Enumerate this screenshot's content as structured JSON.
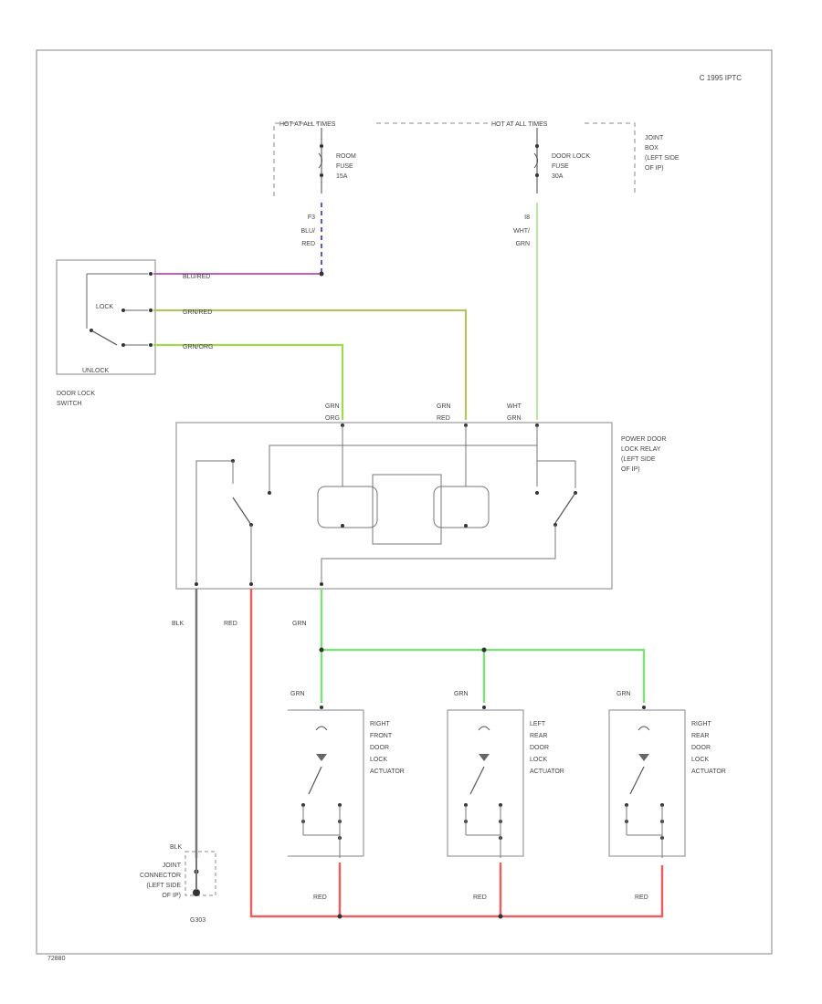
{
  "copyright": "C 1995 IPTC",
  "figure_id": "72880",
  "fuse_block": {
    "hot_at_all_times_left": "HOT AT ALL TIMES",
    "hot_at_all_times_right": "HOT AT ALL TIMES",
    "room_fuse": [
      "ROOM",
      "FUSE",
      "15A"
    ],
    "door_lock_fuse": [
      "DOOR LOCK",
      "FUSE",
      "30A"
    ],
    "joint_box": [
      "JOINT",
      "BOX",
      "(LEFT SIDE",
      "OF IP)"
    ],
    "room_terminal": [
      "F3",
      "BLU/",
      "RED"
    ],
    "door_lock_terminal": [
      "I8",
      "WHT/",
      "GRN"
    ]
  },
  "door_lock_switch": {
    "title": [
      "DOOR LOCK",
      "SWITCH"
    ],
    "lock_label": "LOCK",
    "unlock_label": "UNLOCK",
    "wire_1": "BLU/RED",
    "wire_2": "GRN/RED",
    "wire_3": "GRN/ORG"
  },
  "relay": {
    "title": [
      "POWER DOOR",
      "LOCK RELAY",
      "(LEFT SIDE",
      "OF IP)"
    ],
    "in_1": [
      "GRN",
      "ORG"
    ],
    "in_2": [
      "GRN",
      "RED"
    ],
    "in_3": [
      "WHT",
      "GRN"
    ]
  },
  "outputs": {
    "blk": "BLK",
    "red": "RED",
    "grn": "GRN"
  },
  "actuators": [
    {
      "wire": "GRN",
      "label": [
        "RIGHT",
        "FRONT",
        "DOOR",
        "LOCK",
        "ACTUATOR"
      ],
      "red": "RED"
    },
    {
      "wire": "GRN",
      "label": [
        "LEFT",
        "REAR",
        "DOOR",
        "LOCK",
        "ACTUATOR"
      ],
      "red": "RED"
    },
    {
      "wire": "GRN",
      "label": [
        "RIGHT",
        "REAR",
        "DOOR",
        "LOCK",
        "ACTUATOR"
      ],
      "red": "RED"
    }
  ],
  "ground": {
    "wire": "BLK",
    "connector": [
      "JOINT",
      "CONNECTOR",
      "(LEFT SIDE",
      "OF IP)"
    ],
    "ground_id": "G303"
  },
  "colors": {
    "blu_red": "#c060c0",
    "grn_red": "#b8c060",
    "grn_org": "#a0d850",
    "wht_grn": "#a0e080",
    "grn": "#80e080",
    "red": "#e86060",
    "blk": "#777777",
    "blue_dash": "#5555dd"
  }
}
